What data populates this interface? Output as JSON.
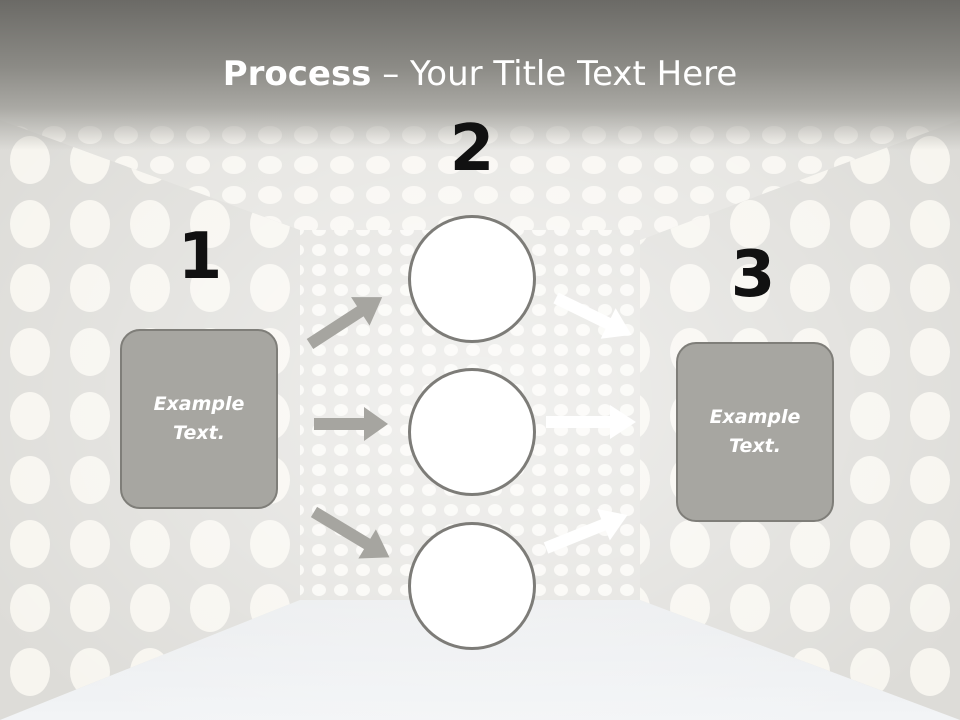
{
  "title": {
    "bold": "Process",
    "rest": " – Your Title Text Here"
  },
  "steps": [
    {
      "number": "1",
      "text_line1": "Example",
      "text_line2": "Text."
    },
    {
      "number": "2"
    },
    {
      "number": "3",
      "text_line1": "Example",
      "text_line2": "Text."
    }
  ],
  "colors": {
    "box_fill": "#a7a6a1",
    "box_border": "#7f7e79",
    "arrow_gray": "#a6a5a0",
    "arrow_white": "#ffffff",
    "circle_border": "#7d7c78"
  }
}
